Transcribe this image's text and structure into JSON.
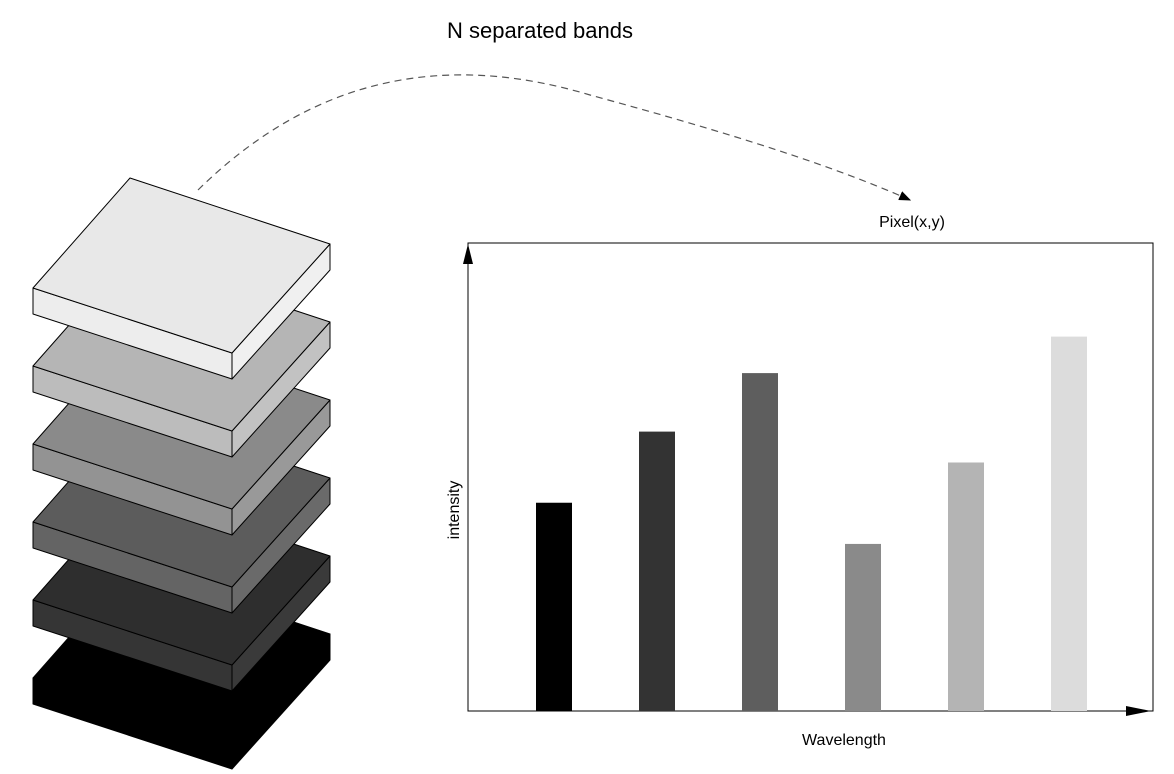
{
  "title": "N separated bands",
  "pixel_label": "Pixel(x,y)",
  "chart_data": {
    "type": "bar",
    "title": "",
    "xlabel": "Wavelength",
    "ylabel": "intensity",
    "ylim": [
      0,
      1
    ],
    "grid": false,
    "categories": [
      "",
      "",
      "",
      "",
      "",
      ""
    ],
    "values": [
      0.445,
      0.597,
      0.722,
      0.357,
      0.531,
      0.8
    ],
    "colors": [
      "#000000",
      "#333333",
      "#5e5e5e",
      "#8a8a8a",
      "#b4b4b4",
      "#dcdcdc"
    ]
  },
  "layers": [
    {
      "top": "#000000",
      "front": "#000000",
      "side": "#000000"
    },
    {
      "top": "#2e2e2e",
      "front": "#353535",
      "side": "#3a3a3a"
    },
    {
      "top": "#5c5c5c",
      "front": "#646464",
      "side": "#6a6a6a"
    },
    {
      "top": "#8a8a8a",
      "front": "#939393",
      "side": "#999999"
    },
    {
      "top": "#b5b5b5",
      "front": "#bcbcbc",
      "side": "#c2c2c2"
    },
    {
      "top": "#e8e8e8",
      "front": "#ededed",
      "side": "#f0f0f0"
    }
  ]
}
